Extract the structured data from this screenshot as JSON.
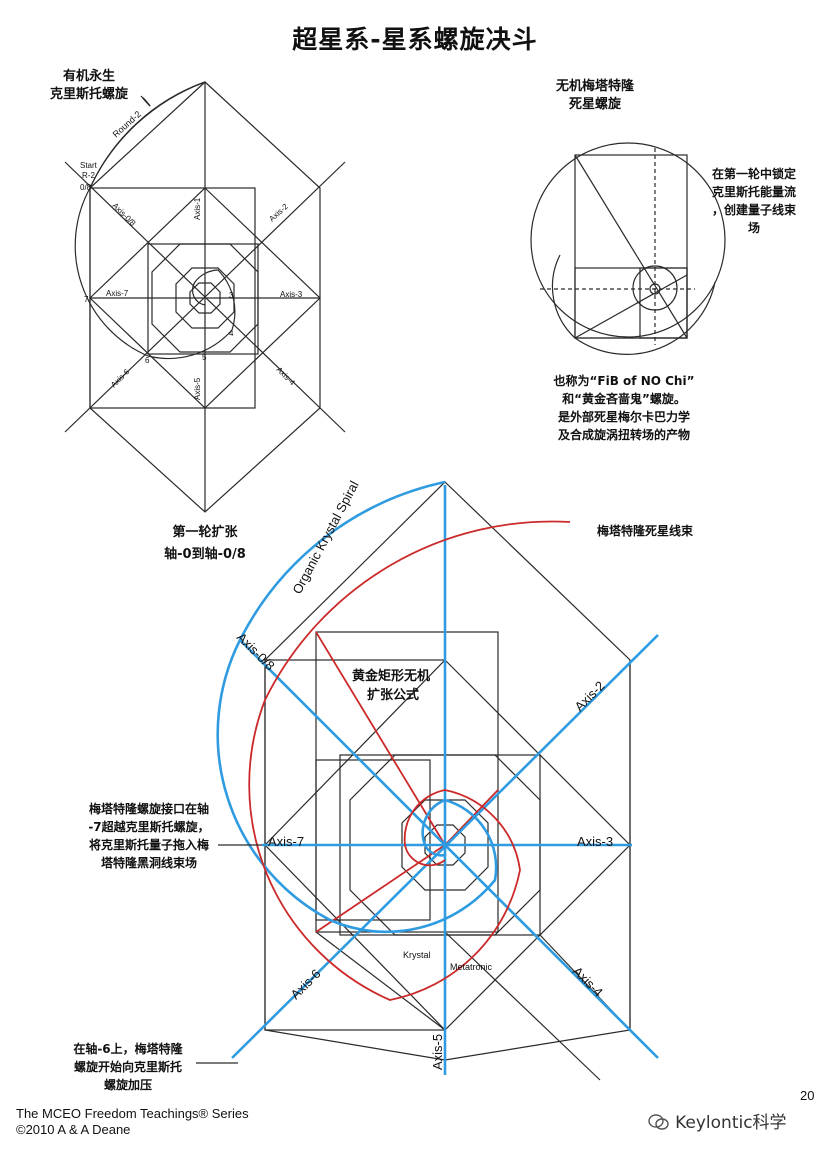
{
  "title": "超星系-星系螺旋决斗",
  "diagram1": {
    "label_line1": "有机永生",
    "label_line2": "克里斯托螺旋",
    "round": "Round-2",
    "start_1": "Start",
    "start_2": "R-2",
    "start_3": "0/8",
    "axes": [
      "Axis-0/8",
      "Axis-1",
      "Axis-2",
      "Axis-3",
      "Axis-4",
      "Axis-5",
      "Axis-6",
      "Axis-7"
    ],
    "nums": [
      "7",
      "6",
      "5",
      "4",
      "3"
    ],
    "caption_line1": "第一轮扩张",
    "caption_line2": "轴-0到轴-0/8"
  },
  "diagram2": {
    "label_line1": "无机梅塔特隆",
    "label_line2": "死星螺旋",
    "right_note": [
      "在第一轮中锁定",
      "克里斯托能量流",
      "，创建量子线束",
      "场"
    ],
    "bottom_note": [
      "也称为“FiB of NO Chi”",
      "和“黄金吝啬鬼”螺旋。",
      "是外部死星梅尔卡巴力学",
      "及合成旋涡扭转场的产物"
    ]
  },
  "diagram3": {
    "organic_label": "Organic Krystal Spiral",
    "metatron_label": "梅塔特隆死星线束",
    "golden_rect_1": "黄金矩形无机",
    "golden_rect_2": "扩张公式",
    "axes": [
      "Axis-0/8",
      "Axis-2",
      "Axis-3",
      "Axis-4",
      "Axis-5",
      "Axis-6",
      "Axis-7"
    ],
    "krystal": "Krystal",
    "metatronic": "Metatronic",
    "left_note": [
      "梅塔特隆螺旋接口在轴",
      "-7超越克里斯托螺旋，",
      "将克里斯托量子拖入梅",
      "塔特隆黑洞线束场"
    ],
    "bottom_note": [
      "在轴-6上，梅塔特隆",
      "螺旋开始向克里斯托",
      "螺旋加压"
    ]
  },
  "footer": {
    "line1": "The MCEO Freedom Teachings® Series",
    "line2": "©2010 A & A Deane",
    "page": "20",
    "watermark": "Keylontic科学"
  }
}
